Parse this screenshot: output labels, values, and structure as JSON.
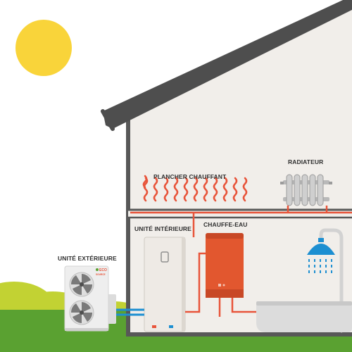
{
  "labels": {
    "outdoor_unit": "UNITÉ EXTÉRIEURE",
    "indoor_unit": "UNITÉ INTÉRIEURE",
    "water_heater": "CHAUFFE-EAU",
    "floor_heating": "PLANCHER CHAUFFANT",
    "radiator": "RADIATEUR"
  },
  "logo": {
    "line1": "ECO",
    "line2": "SOURCE"
  },
  "colors": {
    "sun": "#f9d43a",
    "roof": "#4e4e4e",
    "wall": "#585858",
    "wall_fill": "#f1eeea",
    "grass": "#5aa131",
    "hill": "#c2d233",
    "hot_pipe": "#e8543a",
    "cold_pipe": "#1d8fd1",
    "water_heater": "#e2572f",
    "shower": "#1d8fd1",
    "radiator": "#c9c9c9",
    "heat_waves": "#e8543a"
  },
  "icons": [
    "sun-icon",
    "fan-icon",
    "shower-icon",
    "radiator-icon",
    "bathtub-icon",
    "heat-wave-icon"
  ]
}
